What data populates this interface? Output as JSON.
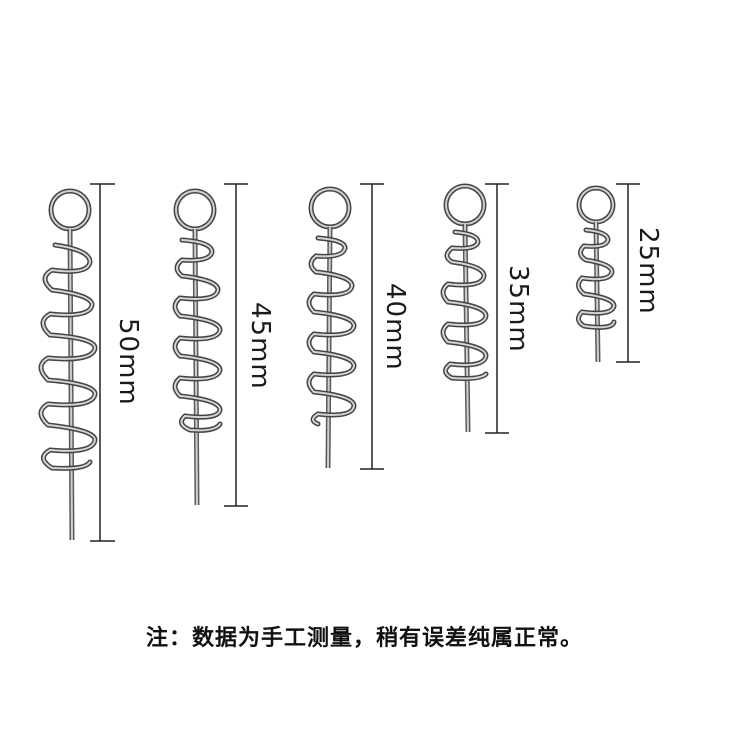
{
  "products": [
    {
      "size_label": "50mm"
    },
    {
      "size_label": "45mm"
    },
    {
      "size_label": "40mm"
    },
    {
      "size_label": "35mm"
    },
    {
      "size_label": "25mm"
    }
  ],
  "note": "注：数据为手工测量，稍有误差纯属正常。",
  "colors": {
    "wire": "#8c8c8c",
    "wire_dark": "#3a3a3a",
    "dimension_line": "#222222",
    "background": "#ffffff"
  },
  "item_icon": "spiral-bait-spring-icon"
}
